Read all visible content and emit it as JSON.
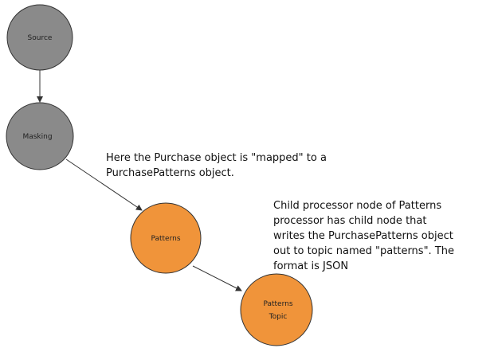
{
  "colors": {
    "gray_node": "#8a8a8a",
    "orange_node": "#f0943a",
    "node_outline": "#333333",
    "edge": "#333333",
    "text": "#111111"
  },
  "nodes": {
    "source": {
      "label": "Source"
    },
    "masking": {
      "label": "Masking"
    },
    "patterns": {
      "label": "Patterns"
    },
    "patterns_topic": {
      "label_line1": "Patterns",
      "label_line2": "Topic"
    }
  },
  "annotations": {
    "mapping_note": {
      "line1": "Here the Purchase object is \"mapped\" to a",
      "line2": "PurchasePatterns object."
    },
    "child_note": {
      "line1": "Child processor node of Patterns",
      "line2": "processor has child node that",
      "line3": "writes the PurchasePatterns object",
      "line4": "out to topic named \"patterns\". The",
      "line5": "format is JSON"
    }
  }
}
